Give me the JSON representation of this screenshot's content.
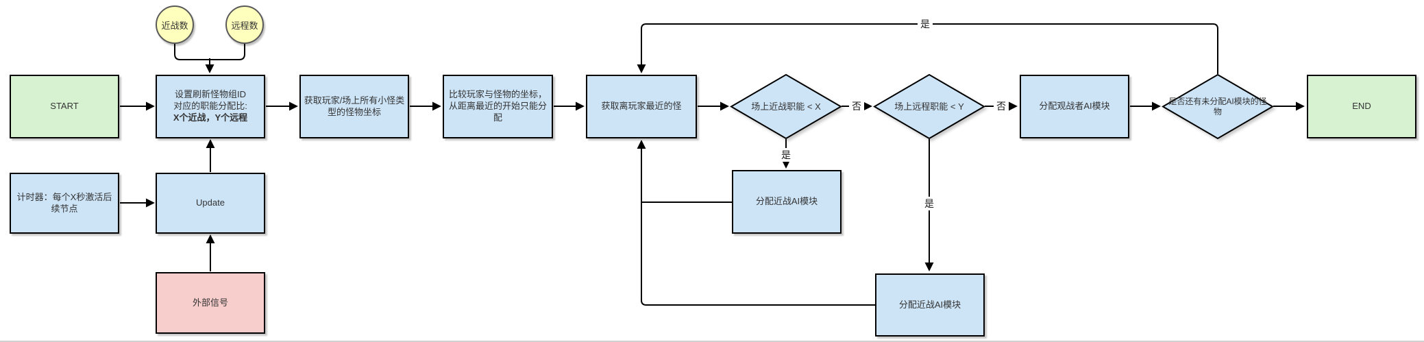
{
  "diagram": {
    "type": "flowchart",
    "background": "#ffffff",
    "colors": {
      "process_fill": "#cde4f7",
      "terminal_fill": "#d7f2d0",
      "input_fill": "#ffffbd",
      "signal_fill": "#f8cecc",
      "stroke": "#000000",
      "text": "#333333"
    },
    "nodes": {
      "start": "START",
      "melee_count": "近战数",
      "ranged_count": "远程数",
      "setup_line1": "设置刷新怪物组ID",
      "setup_line2": "对应的职能分配比:",
      "setup_line3": "X个近战，Y个远程",
      "timer": "计时器：每个X秒激活后续节点",
      "update": "Update",
      "external_signal": "外部信号",
      "get_coords": "获取玩家/场上所有小怪类型的怪物坐标",
      "compare": "比较玩家与怪物的坐标，从距离最近的开始只能分配",
      "get_nearest": "获取离玩家最近的怪",
      "melee_check": "场上近战职能 < X",
      "ranged_check": "场上远程职能 < Y",
      "assign_melee_mid": "分配近战AI模块",
      "assign_melee_bottom": "分配近战AI模块",
      "assign_observer": "分配观战者AI模块",
      "remaining_check": "是否还有未分配AI模块的怪物",
      "end": "END"
    },
    "edge_labels": {
      "melee_check_no": "否",
      "ranged_check_no": "否",
      "melee_check_yes": "是",
      "ranged_check_yes": "是",
      "remaining_check_yes": "是"
    }
  }
}
